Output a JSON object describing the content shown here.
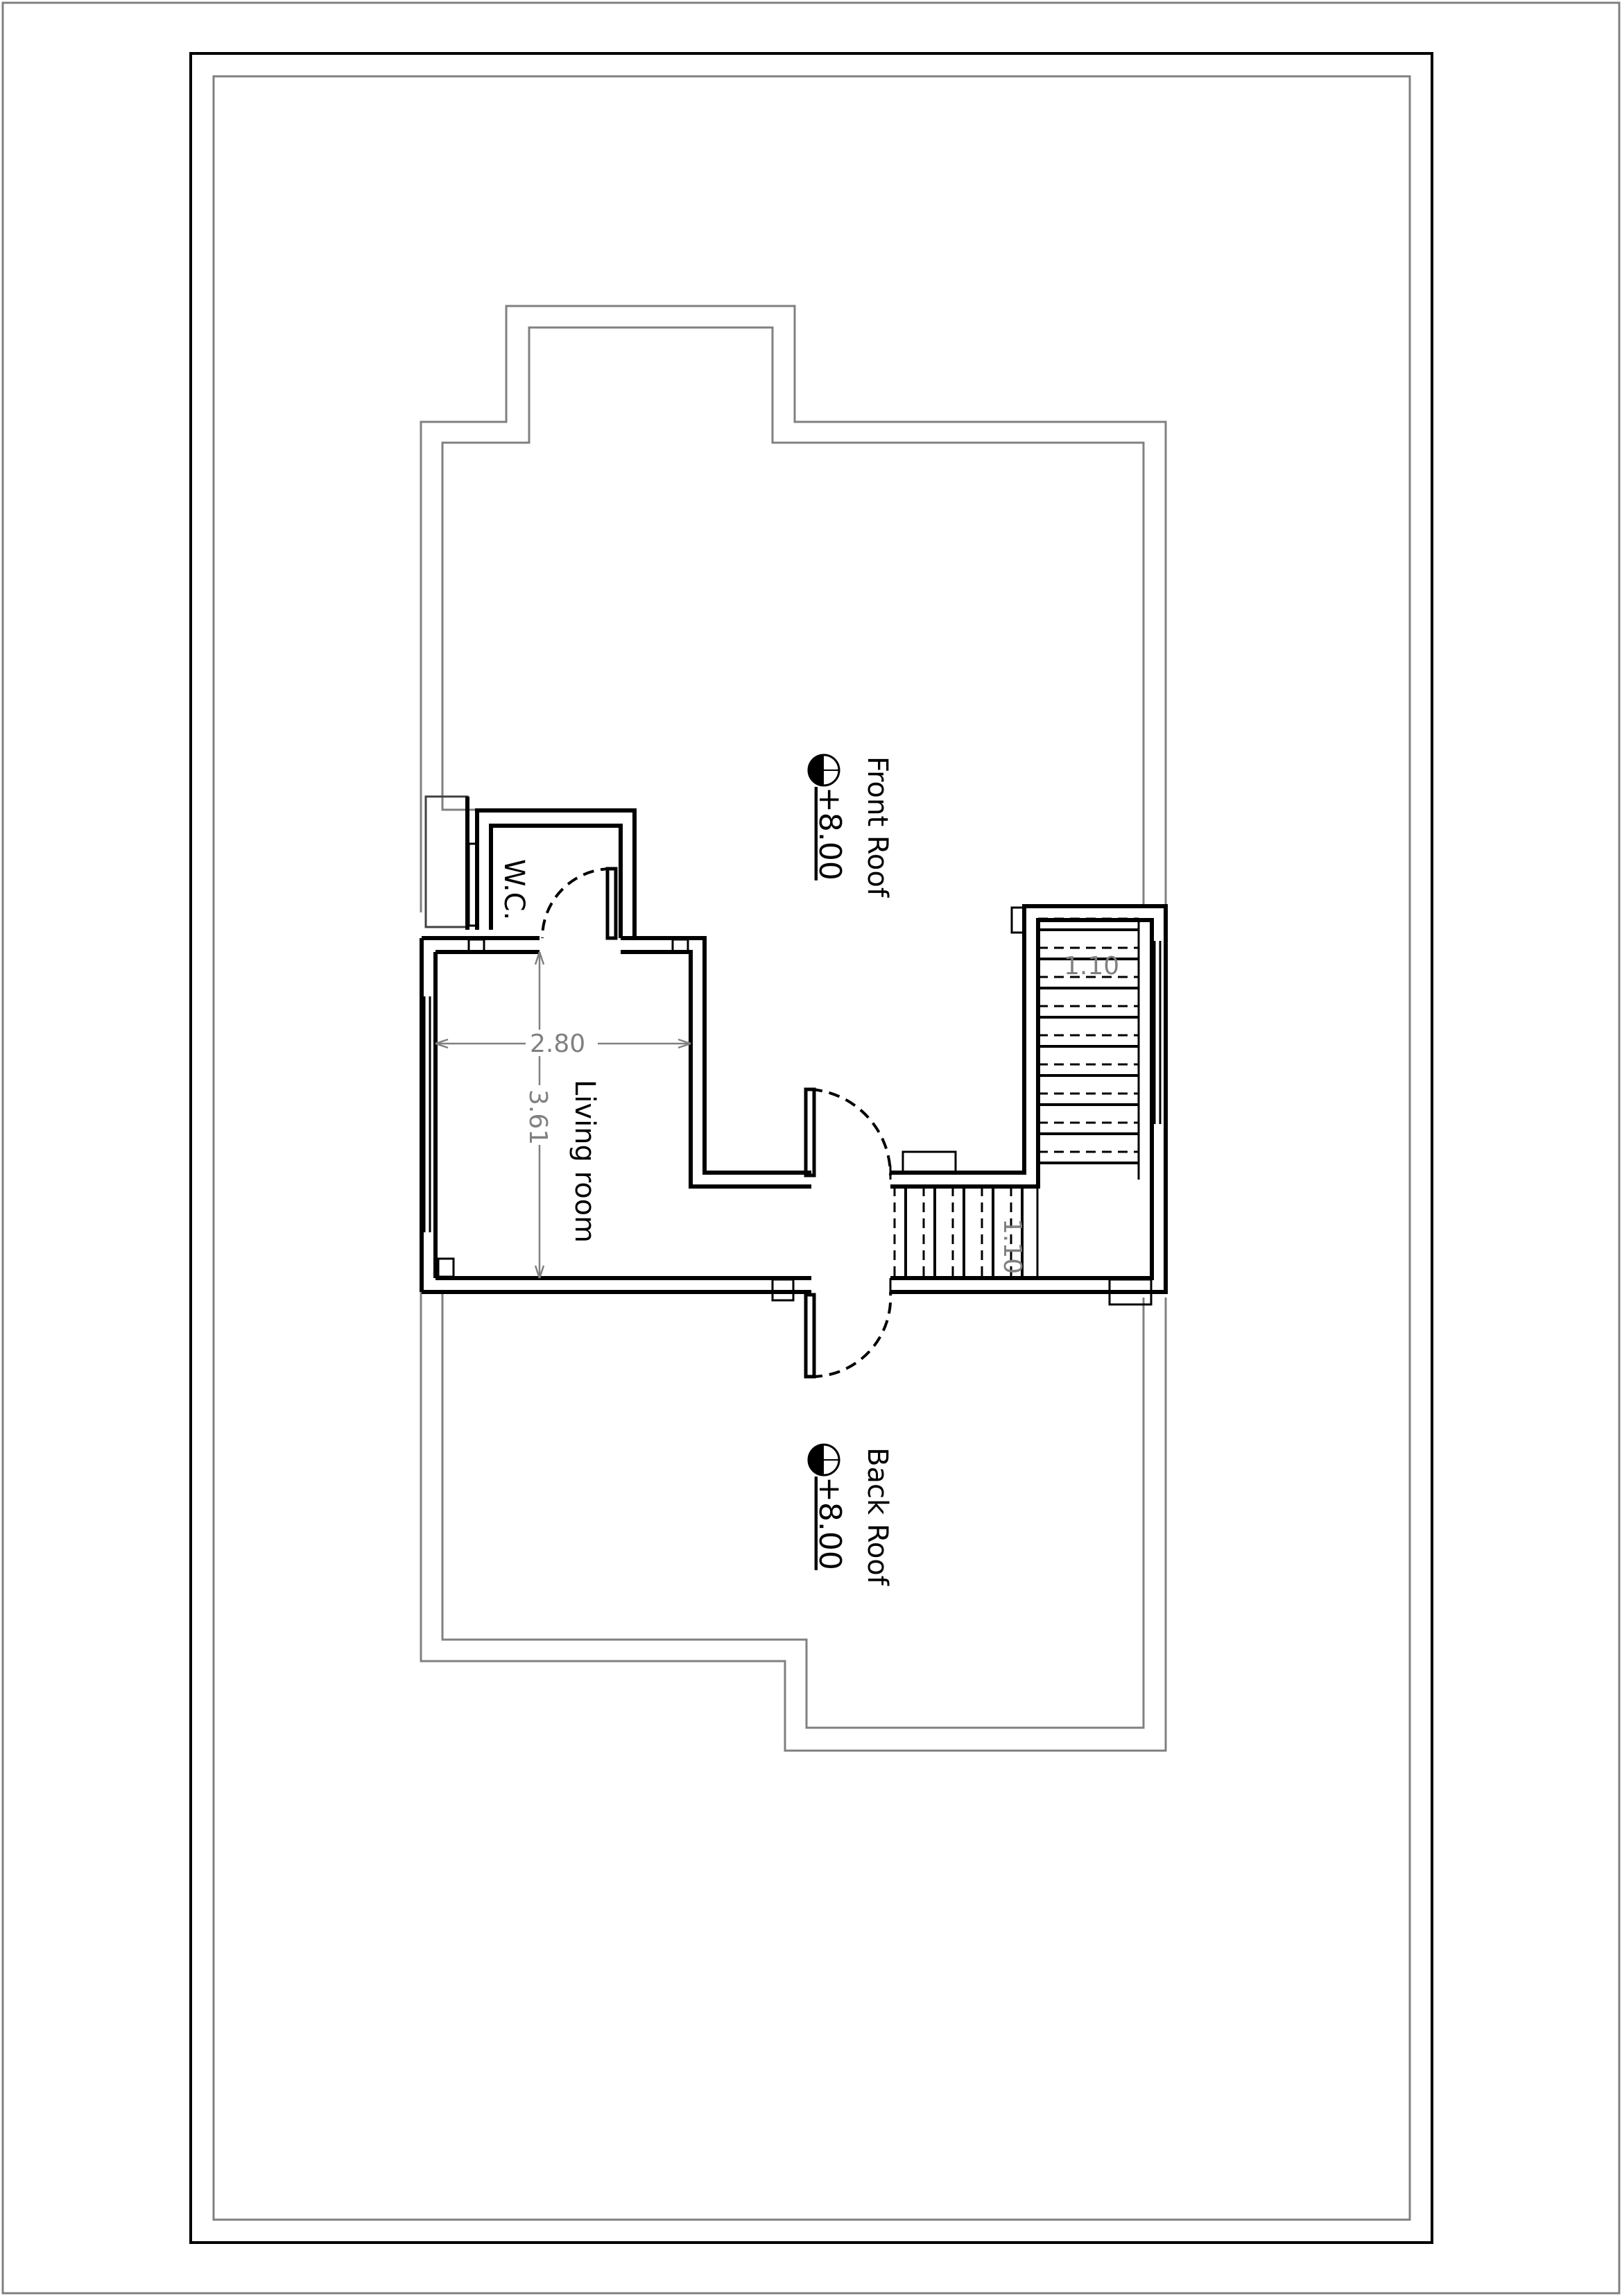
{
  "rooms": {
    "front_roof": {
      "name": "Front Roof",
      "level": "+8.00"
    },
    "back_roof": {
      "name": "Back Roof",
      "level": "+8.00"
    },
    "living_room": {
      "name": "Living room"
    },
    "wc": {
      "name": "W.C."
    }
  },
  "dimensions": {
    "living_width": "2.80",
    "living_depth": "3.61",
    "stair_upper": "1.10",
    "stair_lower": "1.10"
  }
}
